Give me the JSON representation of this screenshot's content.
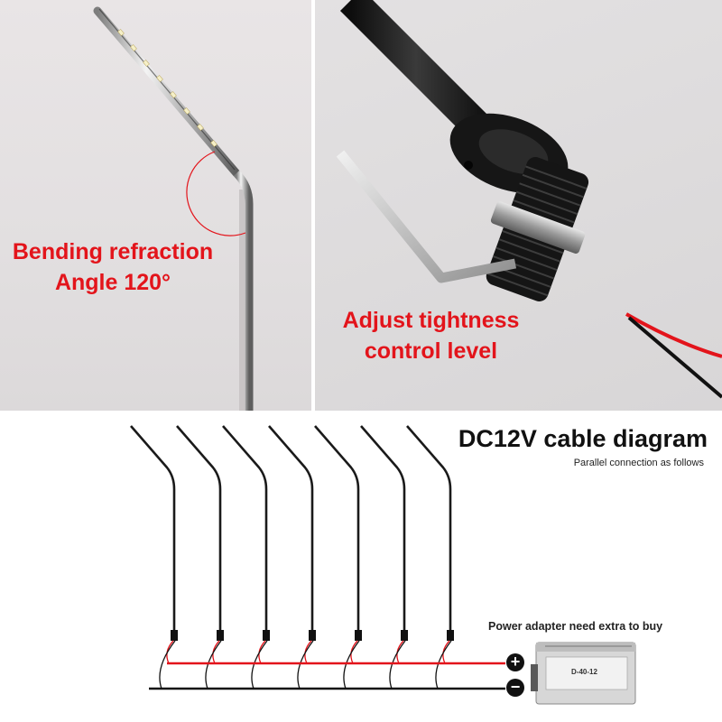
{
  "photo_left": {
    "label_line1": "Bending refraction",
    "label_line2": "Angle 120°"
  },
  "photo_right": {
    "label_line1": "Adjust tightness",
    "label_line2": "control level"
  },
  "diagram": {
    "title": "DC12V cable diagram",
    "subtitle": "Parallel connection as follows",
    "adapter_note": "Power adapter need extra to buy",
    "plus_symbol": "+",
    "minus_symbol": "−",
    "adapter_model": "D-40-12",
    "lamp_count": 7
  },
  "colors": {
    "label_red": "#e3141b",
    "positive_wire": "#e3141b",
    "negative_wire": "#111111"
  }
}
